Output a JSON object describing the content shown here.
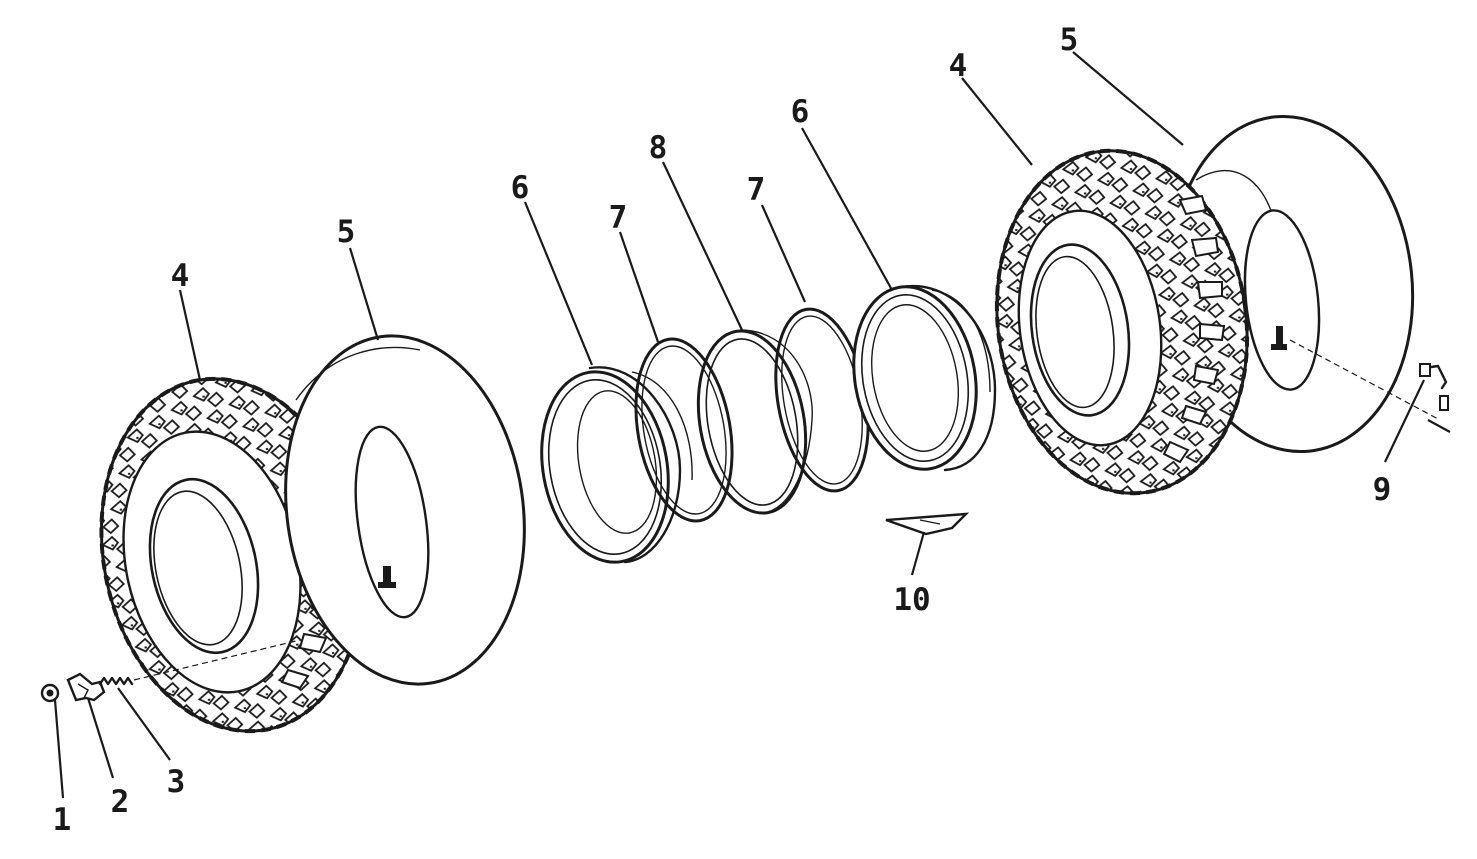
{
  "callouts": [
    {
      "id": "c1",
      "number": "1",
      "part": "nut"
    },
    {
      "id": "c2",
      "number": "2",
      "part": "valve-cap-bracket"
    },
    {
      "id": "c3",
      "number": "3",
      "part": "valve-stem-spring"
    },
    {
      "id": "c4a",
      "number": "4",
      "part": "tire-left"
    },
    {
      "id": "c5a",
      "number": "5",
      "part": "inner-tube-left"
    },
    {
      "id": "c6a",
      "number": "6",
      "part": "rim-half-left"
    },
    {
      "id": "c7a",
      "number": "7",
      "part": "rim-ring-left"
    },
    {
      "id": "c8",
      "number": "8",
      "part": "center-ring"
    },
    {
      "id": "c7b",
      "number": "7",
      "part": "rim-ring-right"
    },
    {
      "id": "c6b",
      "number": "6",
      "part": "rim-half-right"
    },
    {
      "id": "c4b",
      "number": "4",
      "part": "tire-right"
    },
    {
      "id": "c5b",
      "number": "5",
      "part": "inner-tube-right"
    },
    {
      "id": "c9",
      "number": "9",
      "part": "valve-stem-angled"
    },
    {
      "id": "c10",
      "number": "10",
      "part": "wedge-weight"
    }
  ],
  "icons": [
    "tire-icon",
    "inner-tube-icon",
    "rim-icon",
    "ring-icon",
    "valve-icon",
    "nut-icon",
    "bracket-icon",
    "spring-icon",
    "wedge-icon"
  ]
}
